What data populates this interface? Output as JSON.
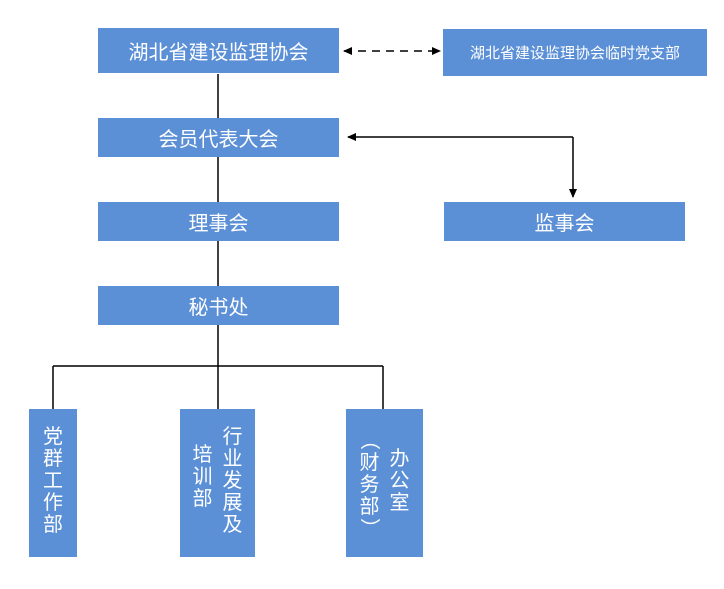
{
  "diagram": {
    "association": "湖北省建设监理协会",
    "party_branch": "湖北省建设监理协会临时党支部",
    "members_congress": "会员代表大会",
    "council": "理事会",
    "supervisory_board": "监事会",
    "secretariat": "秘书处",
    "departments": {
      "party_work": "党群工作部",
      "industry_dev_col1": "行业发展及",
      "industry_dev_col2": "培训部",
      "office_col1": "办公室",
      "office_col2": "（财务部）"
    }
  },
  "colors": {
    "box_fill": "#5b8fd6",
    "line": "#000000",
    "text": "#ffffff"
  }
}
